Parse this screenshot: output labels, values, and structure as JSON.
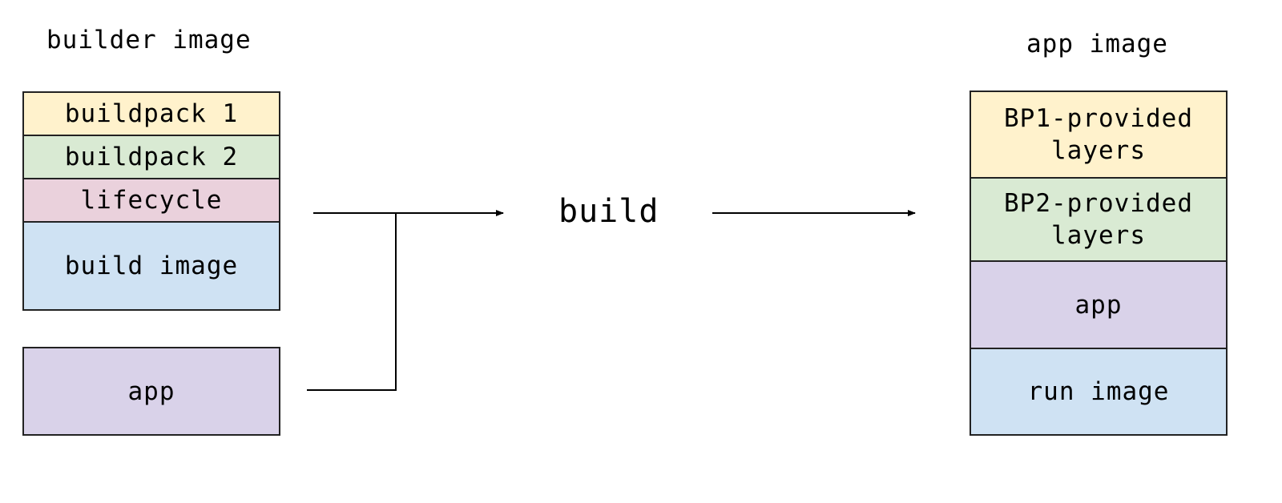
{
  "builder": {
    "title": "builder image",
    "layers": [
      {
        "label": "buildpack 1",
        "color": "#fff2cc"
      },
      {
        "label": "buildpack 2",
        "color": "#d9ead3"
      },
      {
        "label": "lifecycle",
        "color": "#ead1dc"
      },
      {
        "label": "build image",
        "color": "#cfe2f3"
      }
    ]
  },
  "app_input": {
    "label": "app",
    "color": "#d9d2e9"
  },
  "process": {
    "label": "build"
  },
  "app_image": {
    "title": "app image",
    "layers": [
      {
        "label": "BP1-provided\nlayers",
        "color": "#fff2cc"
      },
      {
        "label": "BP2-provided\nlayers",
        "color": "#d9ead3"
      },
      {
        "label": "app",
        "color": "#d9d2e9"
      },
      {
        "label": "run image",
        "color": "#cfe2f3"
      }
    ]
  }
}
